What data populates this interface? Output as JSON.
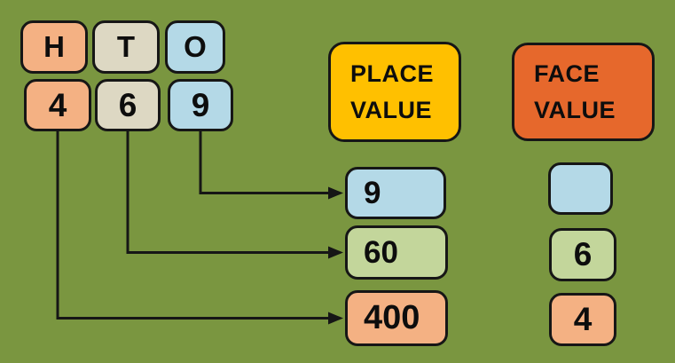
{
  "diagram": {
    "number_shown": "469",
    "background_color": "#7A9640",
    "outline_color": "#161616"
  },
  "columns": {
    "headers": [
      {
        "label": "H",
        "color": "#F4B183"
      },
      {
        "label": "T",
        "color": "#DDD8C3"
      },
      {
        "label": "O",
        "color": "#B4D9E7"
      }
    ],
    "digits": [
      {
        "value": "4",
        "color": "#F4B183"
      },
      {
        "value": "6",
        "color": "#DDD8C3"
      },
      {
        "value": "9",
        "color": "#B4D9E7"
      }
    ]
  },
  "place_value": {
    "header": {
      "line1": "PLACE",
      "line2": "VALUE",
      "color": "#FFC000"
    },
    "items": [
      {
        "value": "9",
        "color": "#B4D9E7"
      },
      {
        "value": "60",
        "color": "#C3D69B"
      },
      {
        "value": "400",
        "color": "#F4B183"
      }
    ]
  },
  "face_value": {
    "header": {
      "line1": "FACE",
      "line2": "VALUE",
      "color": "#E6682C"
    },
    "items": [
      {
        "value": "",
        "color": "#B4D9E7"
      },
      {
        "value": "6",
        "color": "#C3D69B"
      },
      {
        "value": "4",
        "color": "#F4B183"
      }
    ]
  }
}
